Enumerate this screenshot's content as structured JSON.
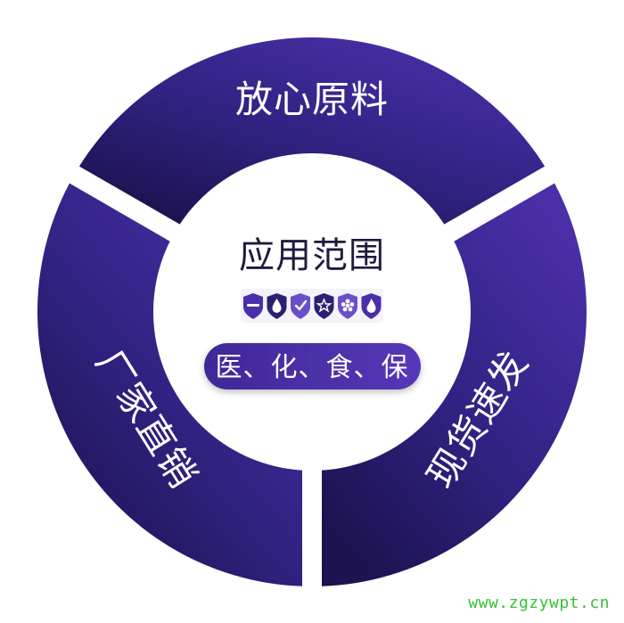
{
  "center": {
    "title": "应用范围",
    "pill_label": "医、化、食、保",
    "badges": [
      {
        "icon": "dash-shield-icon"
      },
      {
        "icon": "drop-shield-icon"
      },
      {
        "icon": "check-shield-icon"
      },
      {
        "icon": "star-shield-icon"
      },
      {
        "icon": "flower-shield-icon"
      },
      {
        "icon": "flame-shield-icon"
      }
    ]
  },
  "segments": {
    "top": "放心原料",
    "left": "厂家直销",
    "right": "现货速发"
  },
  "watermark": "www.zgzywpt.cn",
  "colors": {
    "ring_light": "#4a2fa8",
    "ring_dark": "#1c1350",
    "pill": "#4a31a6",
    "title": "#1f1a3d",
    "watermark": "#34c234"
  }
}
